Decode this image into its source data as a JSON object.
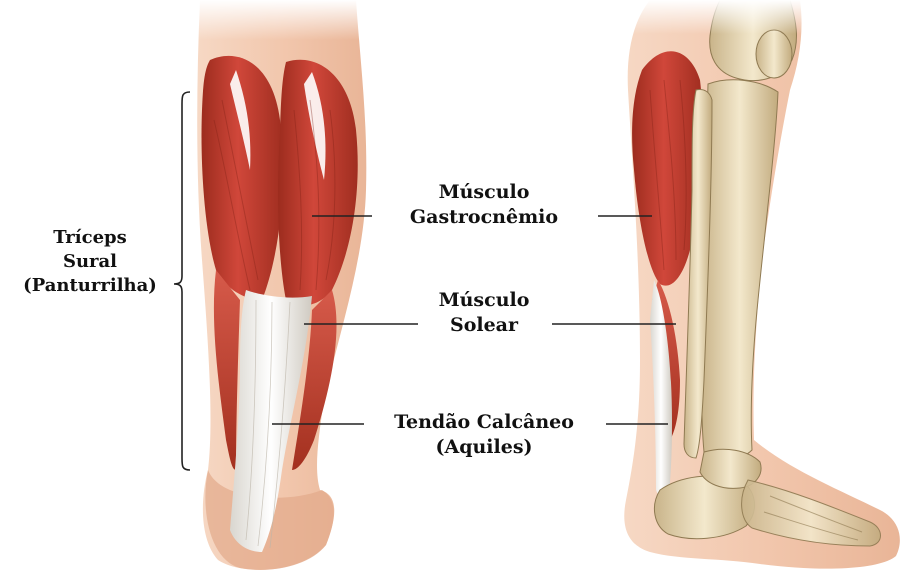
{
  "labels": {
    "triceps": [
      "Tríceps",
      "Sural",
      "(Panturrilha)"
    ],
    "gastrocnemio": [
      "Músculo",
      "Gastrocnêmio"
    ],
    "solear": [
      "Músculo",
      "Solear"
    ],
    "tendao": [
      "Tendão Calcâneo",
      "(Aquiles)"
    ]
  },
  "colors": {
    "muscle": "#c0392b",
    "muscle_dark": "#8e2418",
    "skin": "#f2c4a8",
    "tendon": "#f4f1ec",
    "bone": "#e8d9b5",
    "line": "#222222"
  }
}
